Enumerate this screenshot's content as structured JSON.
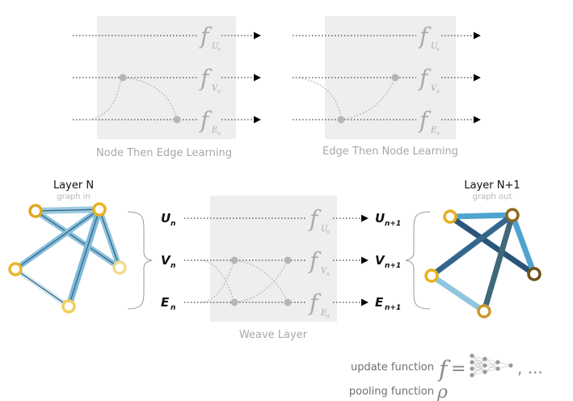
{
  "panels": {
    "node_then_edge": {
      "caption": "Node Then Edge Learning",
      "f_label": "f",
      "subs": [
        "U",
        "V",
        "E"
      ],
      "sub_index": "n"
    },
    "edge_then_node": {
      "caption": "Edge Then Node Learning",
      "f_label": "f",
      "subs": [
        "U",
        "V",
        "E"
      ],
      "sub_index": "n"
    },
    "weave": {
      "caption": "Weave Layer",
      "f_label": "f",
      "subs": [
        "U",
        "V",
        "E"
      ],
      "sub_index": "n",
      "inputs": [
        {
          "base": "U",
          "sub": "n"
        },
        {
          "base": "V",
          "sub": "n"
        },
        {
          "base": "E",
          "sub": "n"
        }
      ],
      "outputs": [
        {
          "base": "U",
          "sub": "n+1"
        },
        {
          "base": "V",
          "sub": "n+1"
        },
        {
          "base": "E",
          "sub": "n+1"
        }
      ]
    }
  },
  "graph_in": {
    "title": "Layer N",
    "subtitle": "graph in"
  },
  "graph_out": {
    "title": "Layer N+1",
    "subtitle": "graph out"
  },
  "legend": {
    "update_label": "update function",
    "update_symbol": "f",
    "equals": "=",
    "ellipsis": ", ...",
    "pooling_label": "pooling function",
    "pooling_symbol": "ρ"
  },
  "colors": {
    "panel_bg": "#eeeeee",
    "node_yellow": "#e8b21e",
    "edge_light_blue": "#8fc5df",
    "edge_dark_blue": "#2c5a7e",
    "node_brown": "#7a5a1a"
  }
}
